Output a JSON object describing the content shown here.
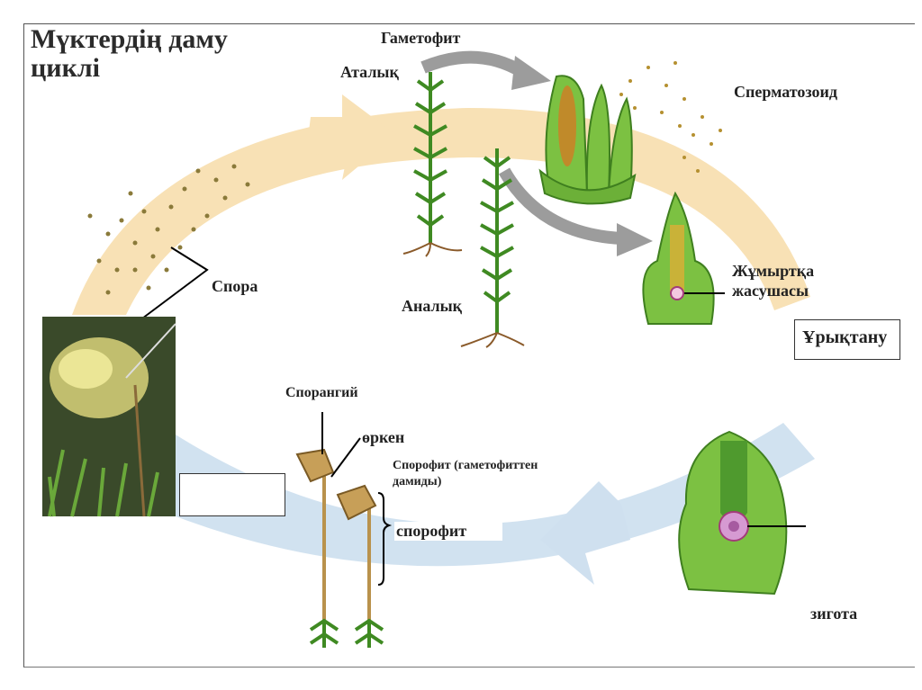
{
  "title": {
    "line1": "Мүктердің даму",
    "line2": "циклі"
  },
  "labels": {
    "gametophyte": "Гаметофит",
    "male": "Аталық",
    "female": "Аналық",
    "sperm": "Сперматозоид",
    "egg_line1": "Жұмыртқа",
    "egg_line2": "жасушасы",
    "fertilization": "Ұрықтану",
    "spore": "Спора",
    "sporangium": "Спорангий",
    "seta": "өркен",
    "sporophyte_note_line1": "Спорофит (гаметофиттен",
    "sporophyte_note_line2": "дамиды)",
    "sporophyte": "спорофит",
    "zygote": "зигота"
  },
  "colors": {
    "upper_arc": "#f8e1b5",
    "lower_arc": "#cfe0ef",
    "moss_green": "#4f9a2e",
    "cell_green": "#7cc142",
    "arrow_gray": "#9c9c9c",
    "capsule_brown": "#b08a4a"
  }
}
